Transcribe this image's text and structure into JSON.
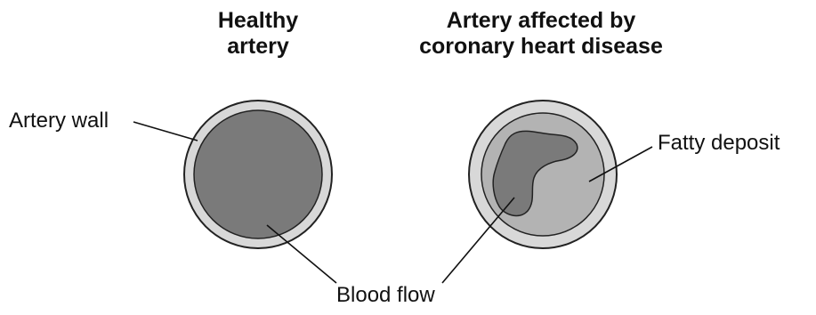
{
  "titles": {
    "healthy": [
      "Healthy",
      "artery"
    ],
    "diseased": [
      "Artery affected by",
      "coronary heart disease"
    ]
  },
  "labels": {
    "artery_wall": "Artery wall",
    "fatty_deposit": "Fatty deposit",
    "blood_flow": "Blood flow"
  },
  "colors": {
    "artery_wall": "#d8d8d8",
    "blood": "#7a7a7a",
    "fatty_deposit": "#b3b3b3",
    "outline": "#222222"
  }
}
